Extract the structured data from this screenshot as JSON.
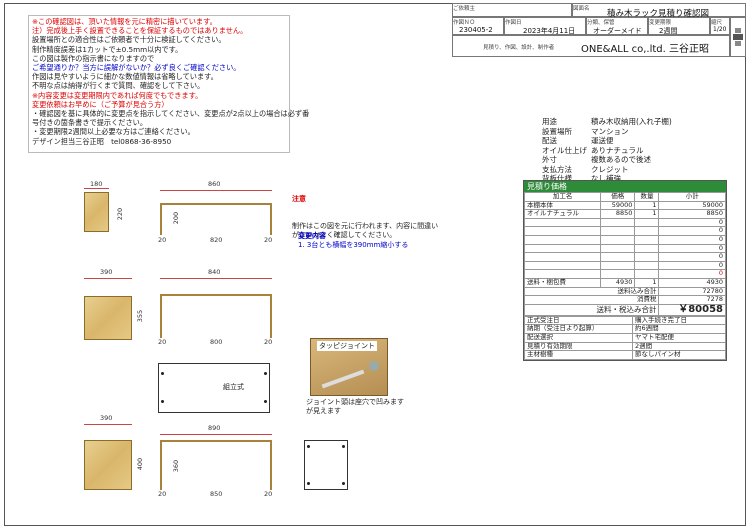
{
  "notes": {
    "lines": [
      {
        "text": "※この確認図は、頂いた情報を元に精密に描いています。",
        "cls": "red"
      },
      {
        "text": "注）完成後上手く設置できることを保証するものではありません。",
        "cls": "red"
      },
      {
        "text": "設置場所との適合性はご依頼者で十分に検証してください。",
        "cls": ""
      },
      {
        "text": "制作精度誤差は1カットで±0.5mm以内です。",
        "cls": ""
      },
      {
        "text": "この図は製作の指示書になりますので",
        "cls": ""
      },
      {
        "text": "ご希望通りか？当方に誤解がないか？必ず良くご確認ください。",
        "cls": "blue"
      },
      {
        "text": "作図は見やすいように細かな数値情報は省略しています。",
        "cls": ""
      },
      {
        "text": "不明な点は納得が行くまで質問、確認をして下さい。",
        "cls": ""
      },
      {
        "text": "※内容変更は変更期限内であれば何度でもできます。",
        "cls": "red"
      },
      {
        "text": "変更依頼はお早めに（ご予算が見合う方）",
        "cls": "red"
      },
      {
        "text": "・確認図を基に具体的に変更点を指示してください、変更点が2点以上の場合は必ず番",
        "cls": ""
      },
      {
        "text": "号付きの箇条書きで提示ください。",
        "cls": ""
      },
      {
        "text": "・変更期限2週間以上必要な方はご連絡ください。",
        "cls": ""
      },
      {
        "text": "デザイン担当三谷正昭　tel0868-36-8950",
        "cls": ""
      }
    ]
  },
  "titleblock": {
    "customer_label": "ご依頼主",
    "drawing_label": "図面名",
    "drawing_name": "積み木ラック見積り確認図",
    "no_label": "作図ＮＯ",
    "no_value": "230405-2",
    "date_label": "作図日",
    "date_value": "2023年4月11日",
    "category_label": "分類、保管",
    "category_value": "オーダーメイド",
    "deadline_label": "変更期限",
    "deadline_value": "2週間",
    "scale_label": "縮尺",
    "scale_value": "1/20",
    "maker_label": "見積り、作図、設計、制作者",
    "maker_value": "ONE&ALL co,.ltd. 三谷正昭"
  },
  "spec": [
    {
      "k": "用途",
      "v": "積み木収納用(入れ子棚)"
    },
    {
      "k": "設置場所",
      "v": "マンション"
    },
    {
      "k": "配送",
      "v": "運送便"
    },
    {
      "k": "オイル仕上げ",
      "v": "ありナチュラル"
    },
    {
      "k": "外寸",
      "v": "複数あるので後述"
    },
    {
      "k": "支払方法",
      "v": "クレジット"
    },
    {
      "k": "背板仕様",
      "v": "なし補強"
    }
  ],
  "caution": {
    "title": "注意",
    "body": "制作はこの図を元に行われます、内容に間違い\nがないかよく確認してください。"
  },
  "change": {
    "title": "変更内容",
    "body": "1. 3台とも横幅を390mm縮小する"
  },
  "joint": {
    "title": "タッピジョイント",
    "caption": "ジョイント頭は座穴で凹みます\nが見えます"
  },
  "assembly_label": "組立式",
  "dims": {
    "d1_w": "180",
    "d1_h": "220",
    "f1_w": "860",
    "f1_h": "200",
    "f1_inner": "820",
    "f1_t1": "20",
    "f1_t2": "20",
    "d2_w": "390",
    "d2_h": "355",
    "f2_w": "840",
    "f2_inner": "800",
    "f2_t1": "20",
    "f2_t2": "20",
    "d3_w": "390",
    "d3_h": "400",
    "f3_w": "890",
    "f3_inner": "850",
    "f3_h": "360",
    "f3_t1": "20",
    "f3_t2": "20"
  },
  "estimate": {
    "title": "見積り価格",
    "headers": [
      "加工名",
      "価格",
      "数量",
      "小計"
    ],
    "rows": [
      {
        "name": "本棚本体",
        "price": "59000",
        "qty": "1",
        "sub": "59000"
      },
      {
        "name": "オイルナチュラル",
        "price": "8850",
        "qty": "1",
        "sub": "8850"
      },
      {
        "name": "",
        "price": "",
        "qty": "",
        "sub": "0"
      },
      {
        "name": "",
        "price": "",
        "qty": "",
        "sub": "0"
      },
      {
        "name": "",
        "price": "",
        "qty": "",
        "sub": "0"
      },
      {
        "name": "",
        "price": "",
        "qty": "",
        "sub": "0"
      },
      {
        "name": "",
        "price": "",
        "qty": "",
        "sub": "0"
      },
      {
        "name": "",
        "price": "",
        "qty": "",
        "sub": "0"
      },
      {
        "name": "",
        "price": "",
        "qty": "",
        "sub": "0"
      },
      {
        "name": "送料・梱包費",
        "price": "4930",
        "qty": "1",
        "sub": "4930"
      }
    ],
    "subtotal_label": "送料込み合計",
    "subtotal": "72780",
    "tax_label": "消費税",
    "tax": "7278",
    "total_label": "送料・税込み合計",
    "total": "￥80058"
  },
  "info": [
    {
      "k": "正式受注日",
      "v": "購入手続き完了日"
    },
    {
      "k": "納期（受注日より起算）",
      "v": "約6週間"
    },
    {
      "k": "配送選択",
      "v": "ヤマト宅配便"
    },
    {
      "k": "見積り有効期限",
      "v": "2週間"
    },
    {
      "k": "主材樹種",
      "v": "節なしパイン材"
    }
  ]
}
